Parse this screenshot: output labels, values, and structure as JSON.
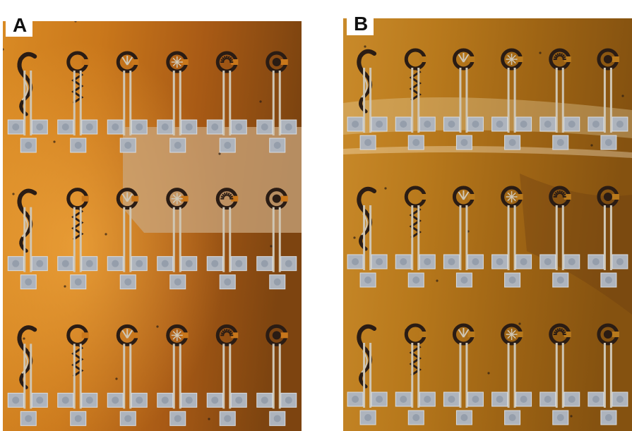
{
  "figure": {
    "panels": [
      {
        "label": "A",
        "substrate_colors": [
          "#d98a24",
          "#c9771b",
          "#a85a15",
          "#7d4410"
        ],
        "band_color": "#c9a57c",
        "rows": 3,
        "columns": 6,
        "sensor_variants": [
          "serpentine-trace",
          "zigzag-trace",
          "fan-trace",
          "spoke-trace",
          "comb-trace",
          "hook-trace"
        ]
      },
      {
        "label": "B",
        "substrate_colors": [
          "#c98a2a",
          "#b8791c",
          "#9e6414",
          "#855210"
        ],
        "glare_color": "#e9d3a6",
        "rows": 3,
        "columns": 6,
        "sensor_variants": [
          "serpentine-trace",
          "zigzag-trace",
          "fan-trace",
          "spoke-trace",
          "comb-trace",
          "hook-trace"
        ]
      }
    ],
    "colors": {
      "trace_dark": "#2a1c14",
      "trace_silver": "#cfc6b4",
      "pad": "#aeb4bd",
      "pad_center": "#8f98a6"
    }
  }
}
